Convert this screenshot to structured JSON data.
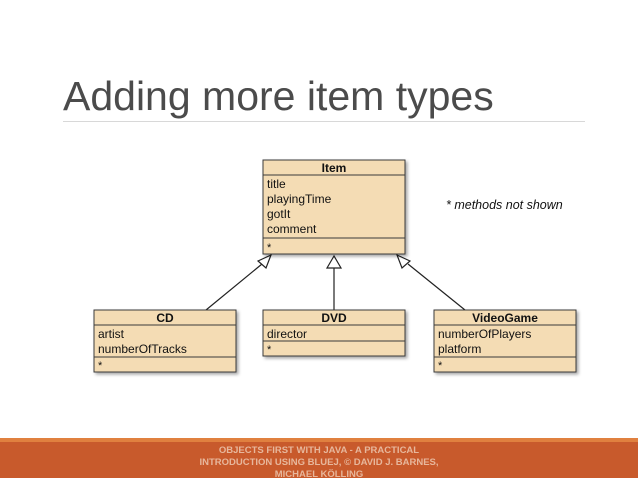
{
  "slide": {
    "title": "Adding more item types",
    "note": "* methods not shown",
    "footer": "OBJECTS FIRST WITH JAVA - A PRACTICAL INTRODUCTION USING BLUEJ, © DAVID J. BARNES, MICHAEL KÖLLING"
  },
  "diagram": {
    "classes": [
      {
        "name": "Item",
        "fields": [
          "title",
          "playingTime",
          "gotIt",
          "comment"
        ],
        "methods": "*"
      },
      {
        "name": "CD",
        "fields": [
          "artist",
          "numberOfTracks"
        ],
        "methods": "*"
      },
      {
        "name": "DVD",
        "fields": [
          "director"
        ],
        "methods": "*"
      },
      {
        "name": "VideoGame",
        "fields": [
          "numberOfPlayers",
          "platform"
        ],
        "methods": "*"
      }
    ],
    "relations": [
      {
        "from": "CD",
        "to": "Item",
        "type": "inheritance"
      },
      {
        "from": "DVD",
        "to": "Item",
        "type": "inheritance"
      },
      {
        "from": "VideoGame",
        "to": "Item",
        "type": "inheritance"
      }
    ],
    "colors": {
      "box_fill": "#f4dcb4",
      "box_border": "#3a3a3a",
      "footer": "#c85a2c"
    }
  }
}
